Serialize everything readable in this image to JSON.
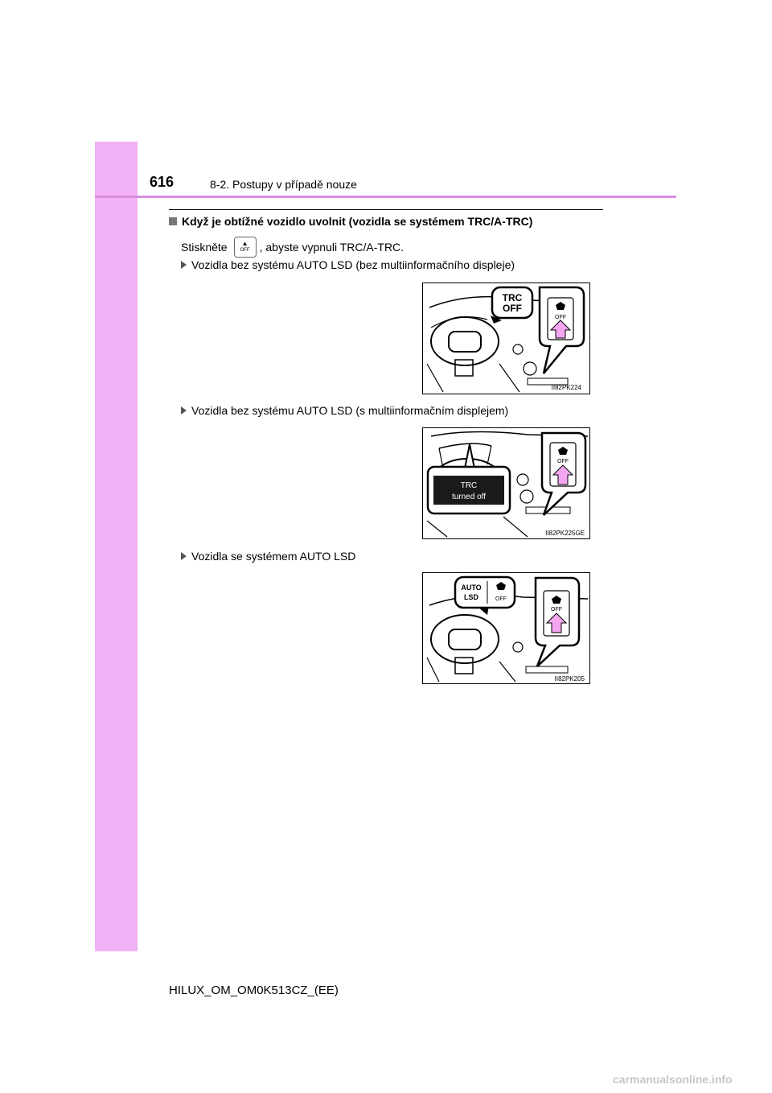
{
  "header": {
    "page_number": "616",
    "section_title": "8-2. Postupy v případě nouze"
  },
  "content": {
    "heading": "Když je obtížné vozidlo uvolnit (vozidla se systémem TRC/A-TRC)",
    "instruction_before": "Stiskněte",
    "instruction_after": ", abyste vypnuli TRC/A-TRC.",
    "bullets": [
      "Vozidla bez systému AUTO LSD (bez multiinformačního displeje)",
      "Vozidla bez systému AUTO LSD (s multiinformačním displejem)",
      "Vozidla se systémem AUTO LSD"
    ]
  },
  "figures": [
    {
      "id": "II82PK224",
      "callout": [
        "TRC",
        "OFF"
      ],
      "button_label": "OFF"
    },
    {
      "id": "II82PK225GE",
      "display": [
        "TRC",
        "turned off"
      ],
      "button_label": "OFF"
    },
    {
      "id": "II82PK205",
      "callout": [
        "AUTO",
        "LSD"
      ],
      "callout_off": "OFF",
      "button_label": "OFF"
    }
  ],
  "footer": "HILUX_OM_OM0K513CZ_(EE)",
  "watermark": "carmanualsonline.info",
  "colors": {
    "sidebar": "#f0b1f5",
    "header_rule": "#d98ee0",
    "arrow_fill": "#f5a6f0"
  },
  "icons": {
    "button": "trc-off-icon",
    "arrow": "press-arrow-icon"
  }
}
